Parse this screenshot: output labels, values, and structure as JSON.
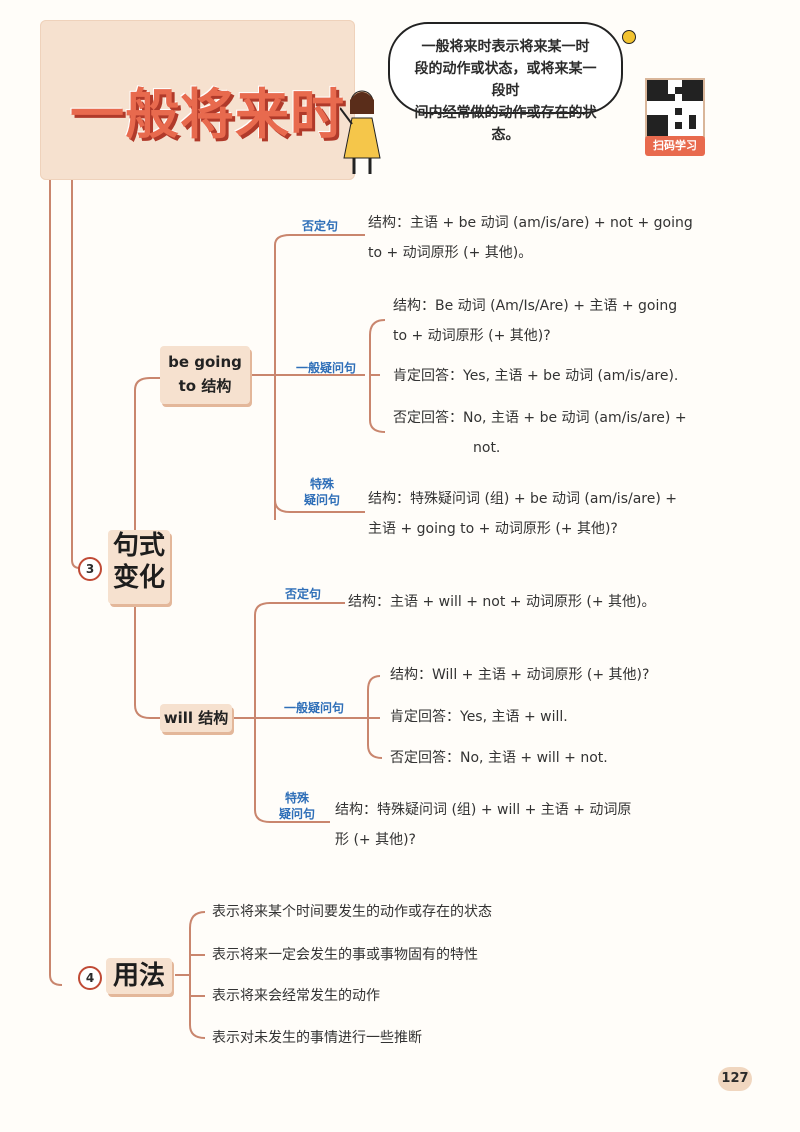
{
  "title": "一般将来时",
  "definition": [
    "一般将来时表示将来某一时",
    "段的动作或状态，或将来某一段时",
    "间内经常做的动作或存在的状态。"
  ],
  "qr_label": "扫码学习",
  "section3": {
    "num": "3",
    "title": [
      "句式",
      "变化"
    ],
    "be": {
      "label": [
        "be going",
        "to 结构"
      ],
      "neg": {
        "label": "否定句",
        "text": [
          "结构：主语 + be 动词 (am/is/are) + not + going",
          "to + 动词原形 (+ 其他)。"
        ]
      },
      "q": {
        "label": "一般疑问句",
        "struct": [
          "结构：Be 动词 (Am/Is/Are) + 主语 + going",
          "to + 动词原形 (+ 其他)?"
        ],
        "yes": "肯定回答：Yes, 主语 + be 动词 (am/is/are).",
        "no": [
          "否定回答：No, 主语 + be 动词 (am/is/are) +",
          "not."
        ]
      },
      "sp": {
        "label": [
          "特殊",
          "疑问句"
        ],
        "text": [
          "结构：特殊疑问词 (组) + be 动词 (am/is/are) +",
          "主语 + going to + 动词原形 (+ 其他)?"
        ]
      }
    },
    "will": {
      "label": "will 结构",
      "neg": {
        "label": "否定句",
        "text": "结构：主语 + will + not + 动词原形 (+ 其他)。"
      },
      "q": {
        "label": "一般疑问句",
        "struct": "结构：Will + 主语 + 动词原形 (+ 其他)?",
        "yes": "肯定回答：Yes, 主语 + will.",
        "no": "否定回答：No, 主语 + will + not."
      },
      "sp": {
        "label": [
          "特殊",
          "疑问句"
        ],
        "text": [
          "结构：特殊疑问词 (组) + will + 主语 + 动词原",
          "形 (+ 其他)?"
        ]
      }
    }
  },
  "section4": {
    "num": "4",
    "title": "用法",
    "items": [
      "表示将来某个时间要发生的动作或存在的状态",
      "表示将来一定会发生的事或事物固有的特性",
      "表示将来会经常发生的动作",
      "表示对未发生的事情进行一些推断"
    ]
  },
  "page_number": "127"
}
